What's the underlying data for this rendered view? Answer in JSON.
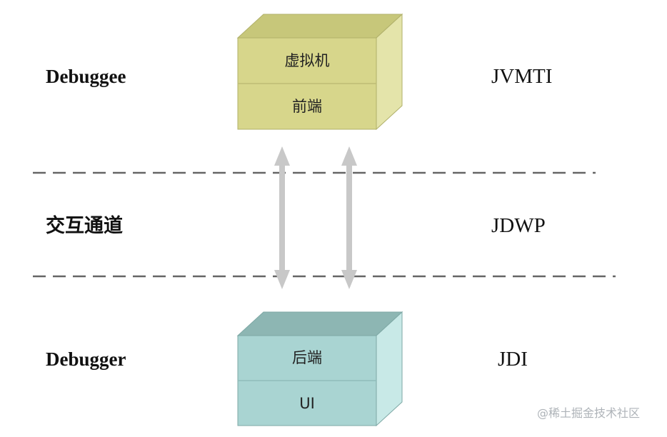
{
  "layers": {
    "debuggee": {
      "left_label": "Debuggee",
      "right_label": "JVMTI"
    },
    "channel": {
      "left_label": "交互通道",
      "right_label": "JDWP"
    },
    "debugger": {
      "left_label": "Debugger",
      "right_label": "JDI"
    }
  },
  "top_cube": {
    "upper_text": "虚拟机",
    "lower_text": "前端",
    "colors": {
      "front": "#d6d58a",
      "top": "#c7c77a",
      "side": "#e3e3a8",
      "edge": "#b8b870"
    }
  },
  "bottom_cube": {
    "upper_text": "后端",
    "lower_text": "UI",
    "colors": {
      "front": "#a9d3d1",
      "top": "#8fb8b5",
      "side": "#c7e8e6",
      "edge": "#86b1ae"
    }
  },
  "arrows": {
    "color": "#c8c8c8",
    "count": 2,
    "direction": "bidirectional"
  },
  "divider": {
    "style": "dashed",
    "color": "#666666"
  },
  "watermark": "@稀土掘金技术社区"
}
